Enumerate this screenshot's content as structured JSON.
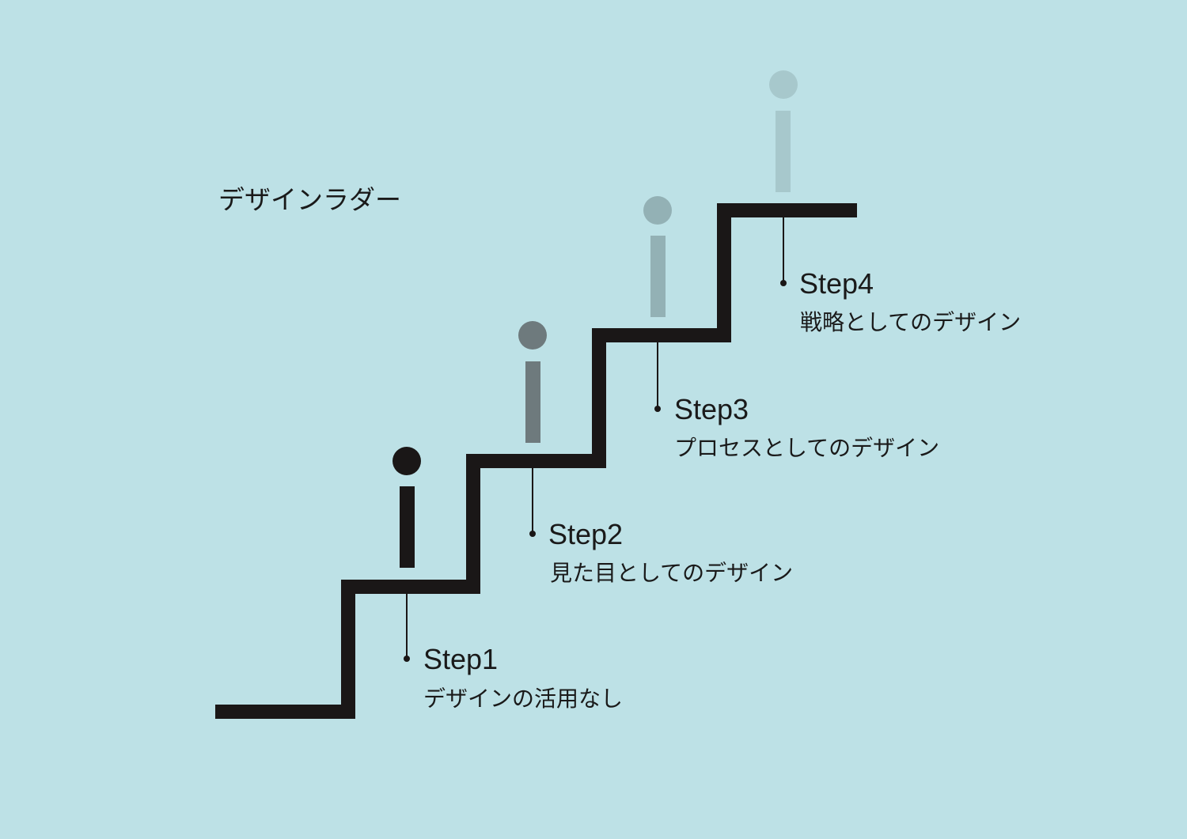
{
  "title": "デザインラダー",
  "colors": {
    "background": "#bde1e6",
    "stair": "#1a1717",
    "figure_step1": "#1a1717",
    "figure_step2": "#6e7a7d",
    "figure_step3": "#93b1b5",
    "figure_step4": "#a7c8cc"
  },
  "steps": [
    {
      "label": "Step1",
      "caption": "デザインの活用なし"
    },
    {
      "label": "Step2",
      "caption": "見た目としてのデザイン"
    },
    {
      "label": "Step3",
      "caption": "プロセスとしてのデザイン"
    },
    {
      "label": "Step4",
      "caption": "戦略としてのデザイン"
    }
  ]
}
